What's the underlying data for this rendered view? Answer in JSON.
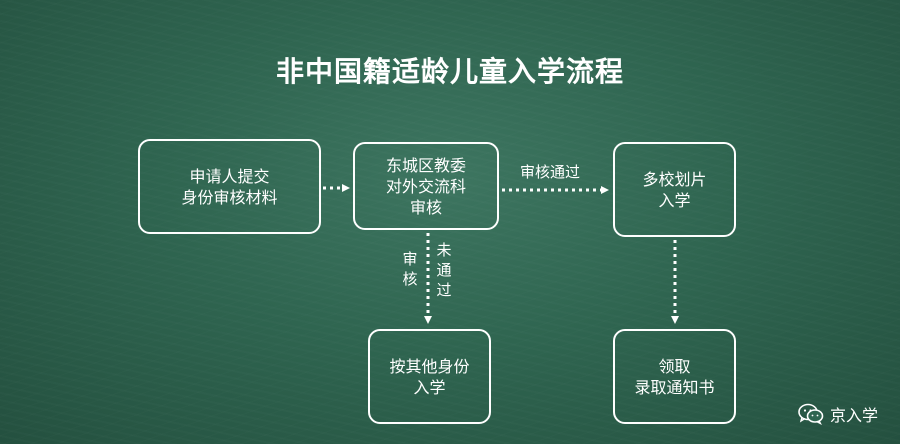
{
  "title": "非中国籍适龄儿童入学流程",
  "nodes": {
    "apply": [
      "申请人提交",
      "身份审核材料"
    ],
    "review": [
      "东城区教委",
      "对外交流科",
      "审核"
    ],
    "school": [
      "多校划片",
      "入学"
    ],
    "other": [
      "按其他身份",
      "入学"
    ],
    "notice": [
      "领取",
      "录取通知书"
    ]
  },
  "edges": {
    "pass": "审核通过",
    "review_vertical": "审核",
    "not_pass_vertical": "未通过"
  },
  "watermark": {
    "icon": "wechat-icon",
    "text": "京入学"
  },
  "colors": {
    "board": "#2f6550",
    "chalk": "#ffffff"
  }
}
